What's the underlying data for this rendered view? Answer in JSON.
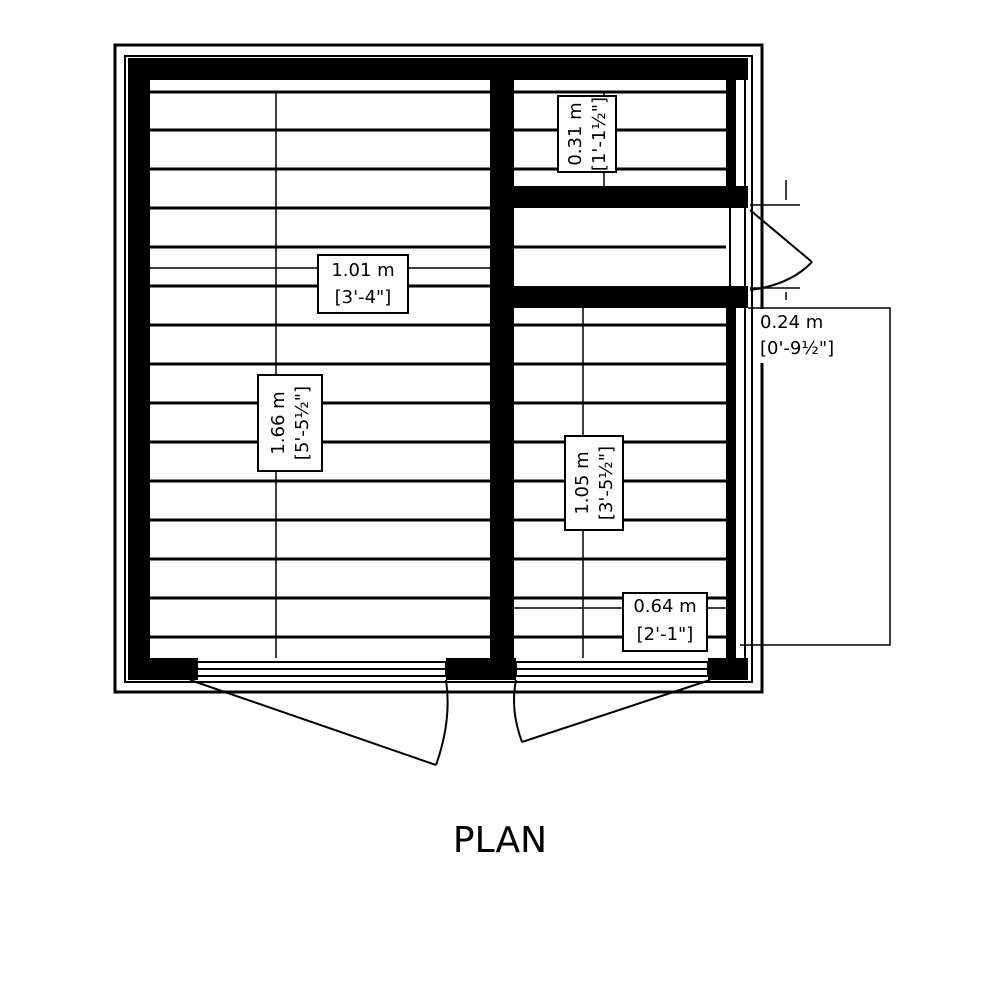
{
  "title": "PLAN",
  "colors": {
    "line": "#000000",
    "background": "#ffffff"
  },
  "dimensions": {
    "main_width": {
      "metric": "1.01 m",
      "imperial": "[3'-4\"]"
    },
    "main_depth": {
      "metric": "1.66 m",
      "imperial": "[5'-5½\"]"
    },
    "small_top": {
      "metric": "0.31 m",
      "imperial": "[1'-1½\"]"
    },
    "side_door": {
      "metric": "0.24 m",
      "imperial": "[0'-9½\"]"
    },
    "right_depth": {
      "metric": "1.05 m",
      "imperial": "[3'-5½\"]"
    },
    "right_width": {
      "metric": "0.64 m",
      "imperial": "[2'-1\"]"
    }
  }
}
